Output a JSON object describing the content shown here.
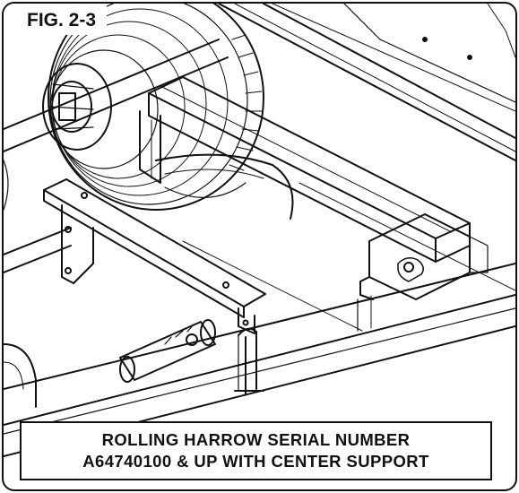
{
  "figure": {
    "label": "FIG. 2-3",
    "caption_lines": [
      "ROLLING HARROW SERIAL NUMBER",
      "A64740100 & UP WITH CENTER SUPPORT"
    ]
  },
  "colors": {
    "line": "#111111",
    "background": "#ffffff"
  }
}
